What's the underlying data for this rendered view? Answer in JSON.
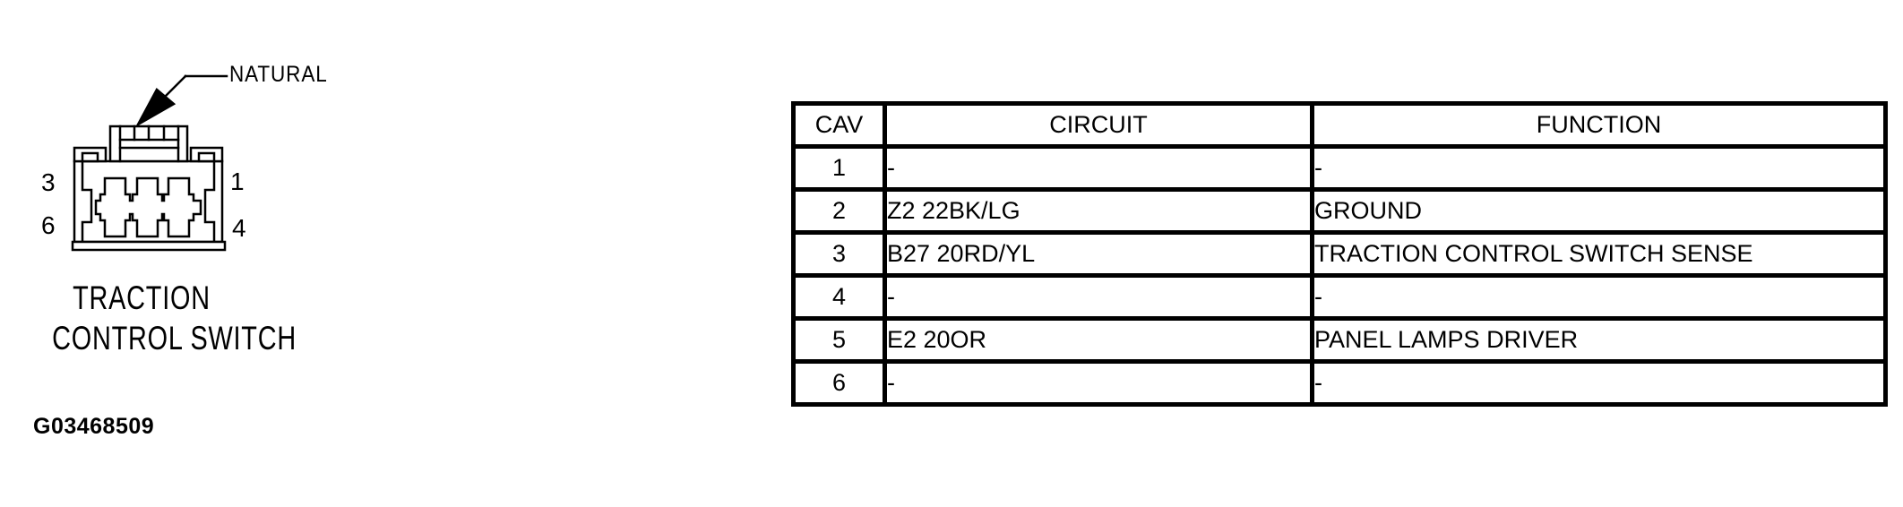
{
  "colors": {
    "ink": "#000000",
    "background": "#ffffff"
  },
  "diagram": {
    "connector_color_label": "NATURAL",
    "pins": {
      "top_left": "3",
      "top_right": "1",
      "bottom_left": "6",
      "bottom_right": "4"
    },
    "caption_line1": "TRACTION",
    "caption_line2": "CONTROL SWITCH",
    "figure_id": "G03468509"
  },
  "table": {
    "headers": [
      "CAV",
      "CIRCUIT",
      "FUNCTION"
    ],
    "rows": [
      {
        "cav": "1",
        "circuit": "-",
        "function": "-"
      },
      {
        "cav": "2",
        "circuit": "Z2 22BK/LG",
        "function": "GROUND"
      },
      {
        "cav": "3",
        "circuit": "B27 20RD/YL",
        "function": "TRACTION CONTROL SWITCH SENSE"
      },
      {
        "cav": "4",
        "circuit": "-",
        "function": "-"
      },
      {
        "cav": "5",
        "circuit": "E2 20OR",
        "function": "PANEL LAMPS DRIVER"
      },
      {
        "cav": "6",
        "circuit": "-",
        "function": "-"
      }
    ]
  }
}
